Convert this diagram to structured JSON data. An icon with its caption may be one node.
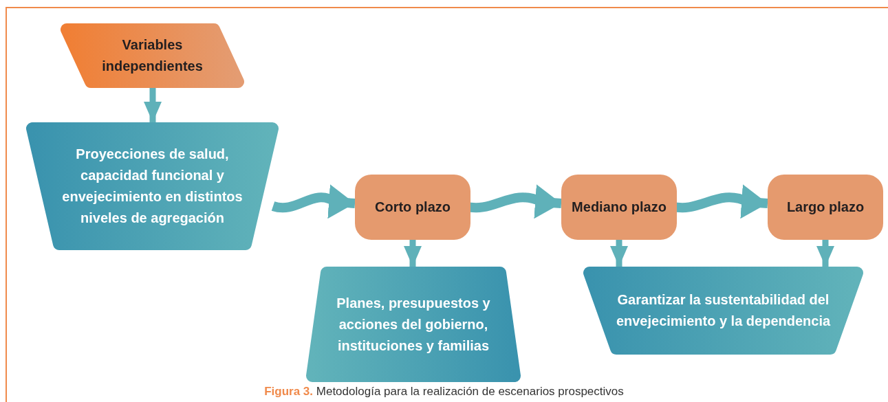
{
  "diagram": {
    "caption": "**Figura 3.** Metodología para la realización de escenarios prospectivos",
    "nodes": [
      {
        "text": [
          "Variables independientes"
        ]
      },
      {
        "text": [
          "Proyecciones de salud, capacidad funcional y envejecimiento en distintos niveles de agregación"
        ]
      },
      {
        "text": [
          "Corto plazo"
        ]
      },
      {
        "text": [
          "Mediano plazo"
        ]
      },
      {
        "text": [
          "Largo plazo"
        ]
      },
      {
        "text": [
          "Planes, presupuestos y acciones del gobierno, instituciones y familias"
        ]
      },
      {
        "text": [
          "Garantizar la sustentabilidad del envejecimiento y la dependencia"
        ]
      }
    ],
    "edges": [
      {
        "from": 0,
        "to": 1,
        "arrow": "to"
      },
      {
        "from": 1,
        "to": 2,
        "arrow": "to"
      },
      {
        "from": 2,
        "to": 3,
        "arrow": "to"
      },
      {
        "from": 3,
        "to": 4,
        "arrow": "to"
      },
      {
        "from": 2,
        "to": 5,
        "arrow": "to"
      },
      {
        "from": 3,
        "to": 6,
        "arrow": "to"
      },
      {
        "from": 4,
        "to": 6,
        "arrow": "to"
      }
    ]
  }
}
